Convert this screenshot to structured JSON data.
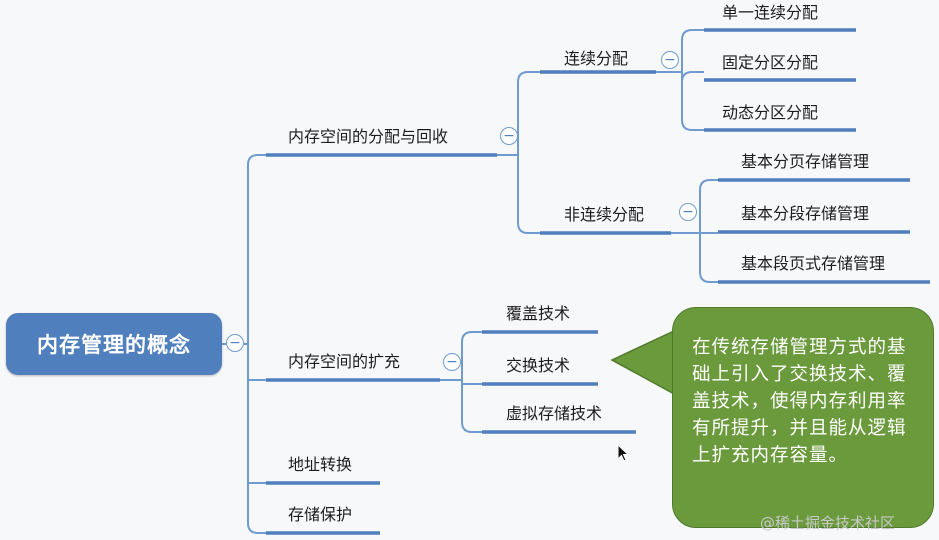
{
  "mindmap": {
    "root": "内存管理的概念",
    "branches": [
      {
        "label": "内存空间的分配与回收",
        "children": [
          {
            "label": "连续分配",
            "children": [
              "单一连续分配",
              "固定分区分配",
              "动态分区分配"
            ]
          },
          {
            "label": "非连续分配",
            "children": [
              "基本分页存储管理",
              "基本分段存储管理",
              "基本段页式存储管理"
            ]
          }
        ]
      },
      {
        "label": "内存空间的扩充",
        "children": [
          "覆盖技术",
          "交换技术",
          "虚拟存储技术"
        ]
      },
      {
        "label": "地址转换"
      },
      {
        "label": "存储保护"
      }
    ]
  },
  "callout": "在传统存储管理方式的基础上引入了交换技术、覆盖技术，使得内存利用率有所提升，并且能从逻辑上扩充内存容量。",
  "collapse_symbol": "−",
  "watermark": "@稀土掘金技术社区",
  "colors": {
    "root": "#4f7fbd",
    "underline": "#4f7fbd",
    "connector": "#6f9bd1",
    "callout": "#6b9a3c"
  }
}
